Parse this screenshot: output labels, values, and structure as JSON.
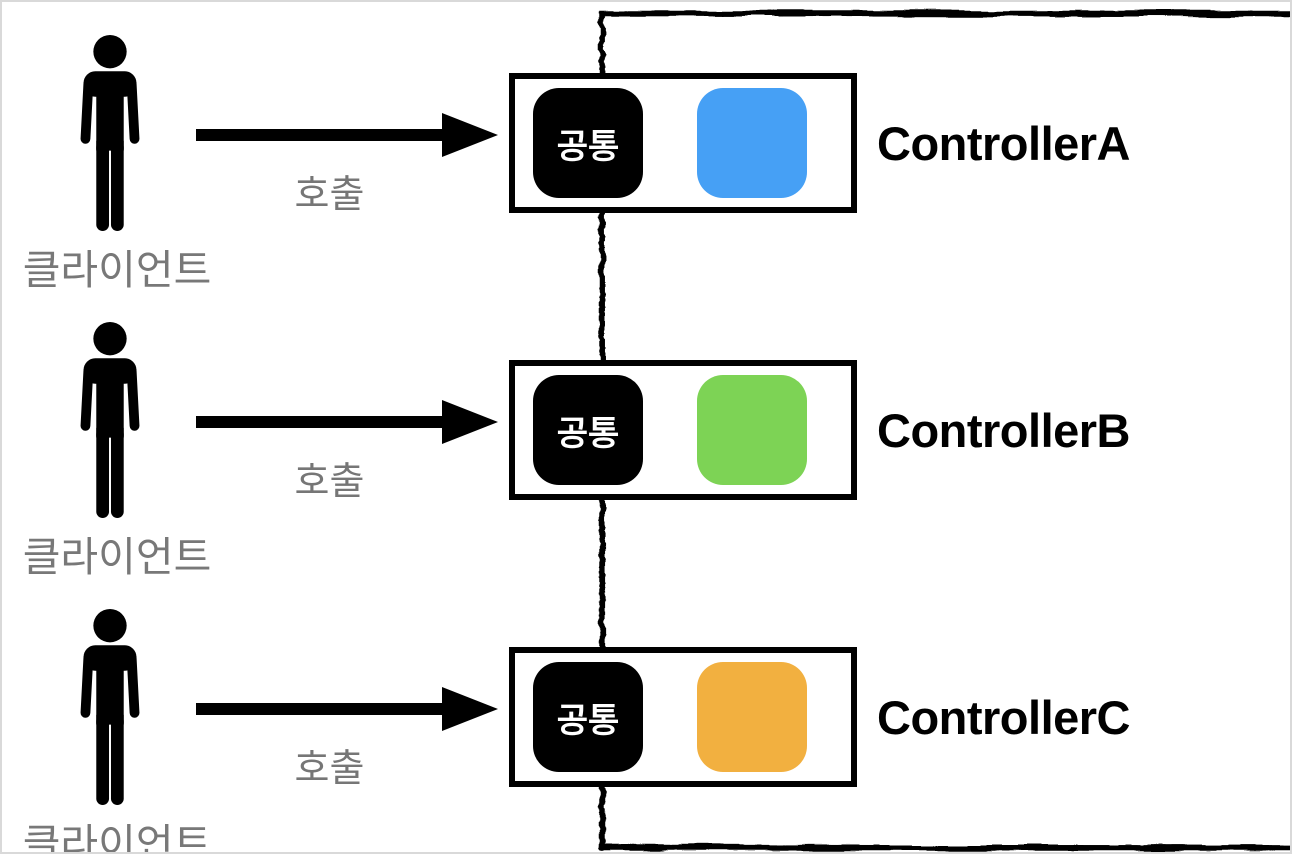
{
  "diagram": {
    "clients": [
      {
        "label": "클라이언트",
        "call_label": "호출"
      },
      {
        "label": "클라이언트",
        "call_label": "호출"
      },
      {
        "label": "클라이언트",
        "call_label": "호출"
      }
    ],
    "controllers": [
      {
        "name": "ControllerA",
        "common_label": "공통",
        "block_color": "#46A0F5"
      },
      {
        "name": "ControllerB",
        "common_label": "공통",
        "block_color": "#7DD355"
      },
      {
        "name": "ControllerC",
        "common_label": "공통",
        "block_color": "#F2B040"
      }
    ],
    "colors": {
      "person": "#000000",
      "arrow": "#000000",
      "boundary": "#000000",
      "label_gray": "#787878"
    }
  }
}
